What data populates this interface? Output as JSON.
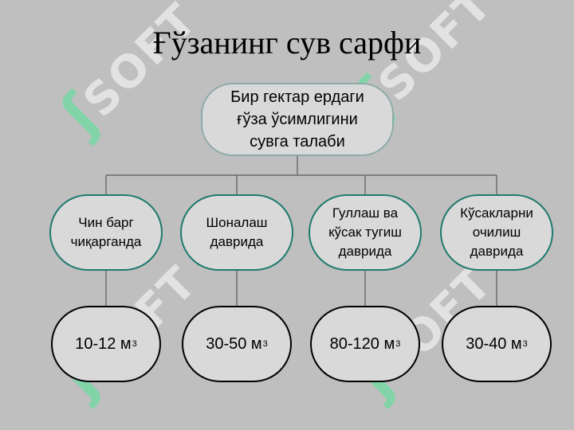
{
  "title": "Ғўзанинг сув сарфи",
  "root": {
    "label": "Бир гектар ердаги\nғўза ўсимлигини\nсувга талаби"
  },
  "stages": [
    {
      "label": "Чин барг\nчиқарганда",
      "value": "10-12 м",
      "unit_sup": "3"
    },
    {
      "label": "Шоналаш\nдаврида",
      "value": "30-50 м",
      "unit_sup": "3"
    },
    {
      "label": "Гуллаш ва\nкўсак тугиш\nдаврида",
      "value": "80-120 м",
      "unit_sup": "3"
    },
    {
      "label": "Кўсакларни\nочилиш\nдаврида",
      "value": "30-40 м",
      "unit_sup": "3"
    }
  ],
  "watermark": {
    "text": "SOFT",
    "icon": "sofcom-logo-icon"
  },
  "colors": {
    "background": "#bfbfbf",
    "node_fill": "#d9d9d9",
    "stage_border": "#1f7a6e",
    "value_border": "#000000",
    "root_border": "#8fa9a9",
    "connector": "#595959"
  }
}
